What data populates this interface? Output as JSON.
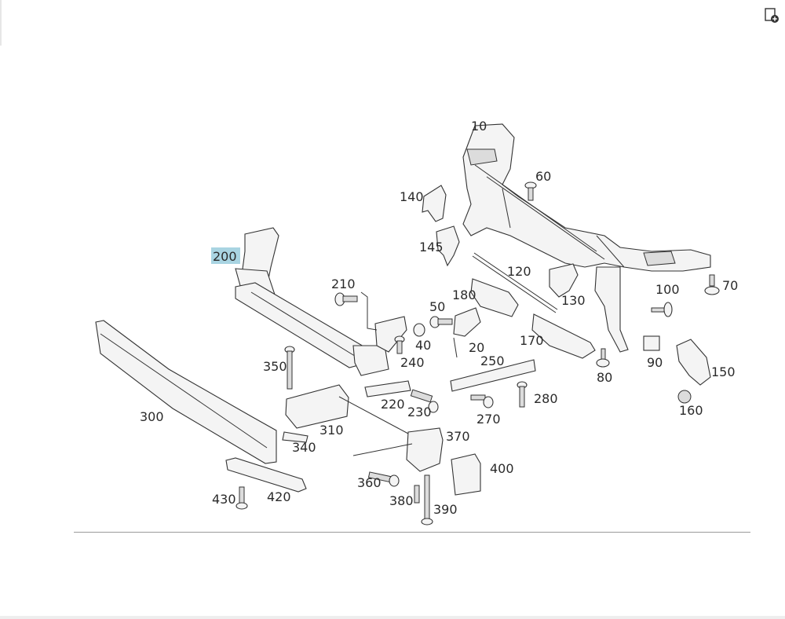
{
  "toolbar": {
    "add_page_icon": "add-to-document-icon"
  },
  "diagram": {
    "highlighted_callout": "200",
    "callouts": [
      "10",
      "60",
      "140",
      "145",
      "200",
      "210",
      "120",
      "180",
      "130",
      "70",
      "100",
      "50",
      "40",
      "20",
      "170",
      "90",
      "150",
      "350",
      "240",
      "250",
      "80",
      "160",
      "300",
      "220",
      "230",
      "270",
      "280",
      "310",
      "340",
      "370",
      "400",
      "360",
      "380",
      "390",
      "430",
      "420"
    ]
  }
}
